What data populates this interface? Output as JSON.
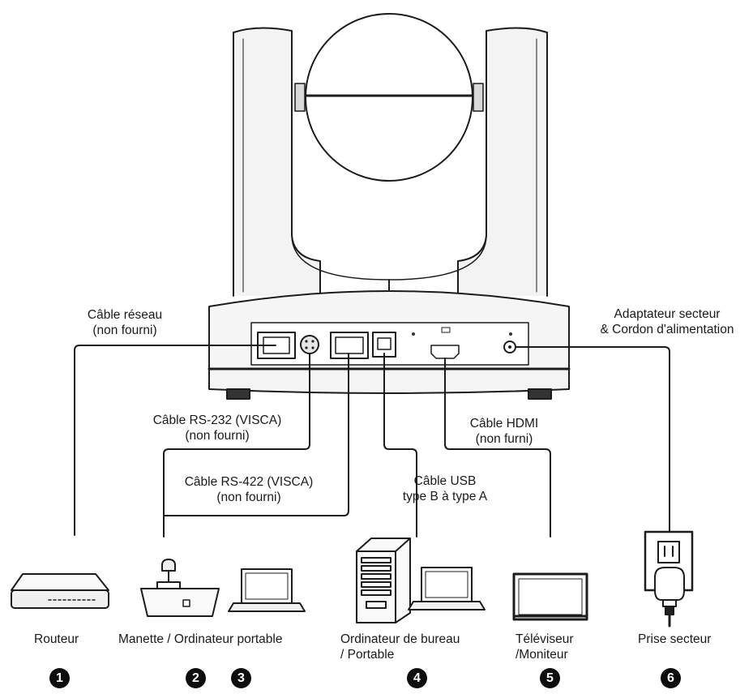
{
  "labels": {
    "cable_reseau_1": "Câble réseau",
    "cable_reseau_2": "(non fourni)",
    "adaptateur_1": "Adaptateur secteur",
    "adaptateur_2": "& Cordon d'alimentation",
    "rs232_1": "Câble RS-232 (VISCA)",
    "rs232_2": "(non fourni)",
    "rs422_1": "Câble RS-422 (VISCA)",
    "rs422_2": "(non fourni)",
    "hdmi_1": "Câble HDMI",
    "hdmi_2": "(non furni)",
    "usb_1": "Câble USB",
    "usb_2": "type B à type A"
  },
  "devices": {
    "routeur": "Routeur",
    "manette": "Manette / Ordinateur portable",
    "ordinateur_1": "Ordinateur de bureau",
    "ordinateur_2": "/ Portable",
    "televiseur_1": "Téléviseur",
    "televiseur_2": "/Moniteur",
    "prise": "Prise secteur"
  },
  "markers": [
    "1",
    "2",
    "3",
    "4",
    "5",
    "6"
  ]
}
